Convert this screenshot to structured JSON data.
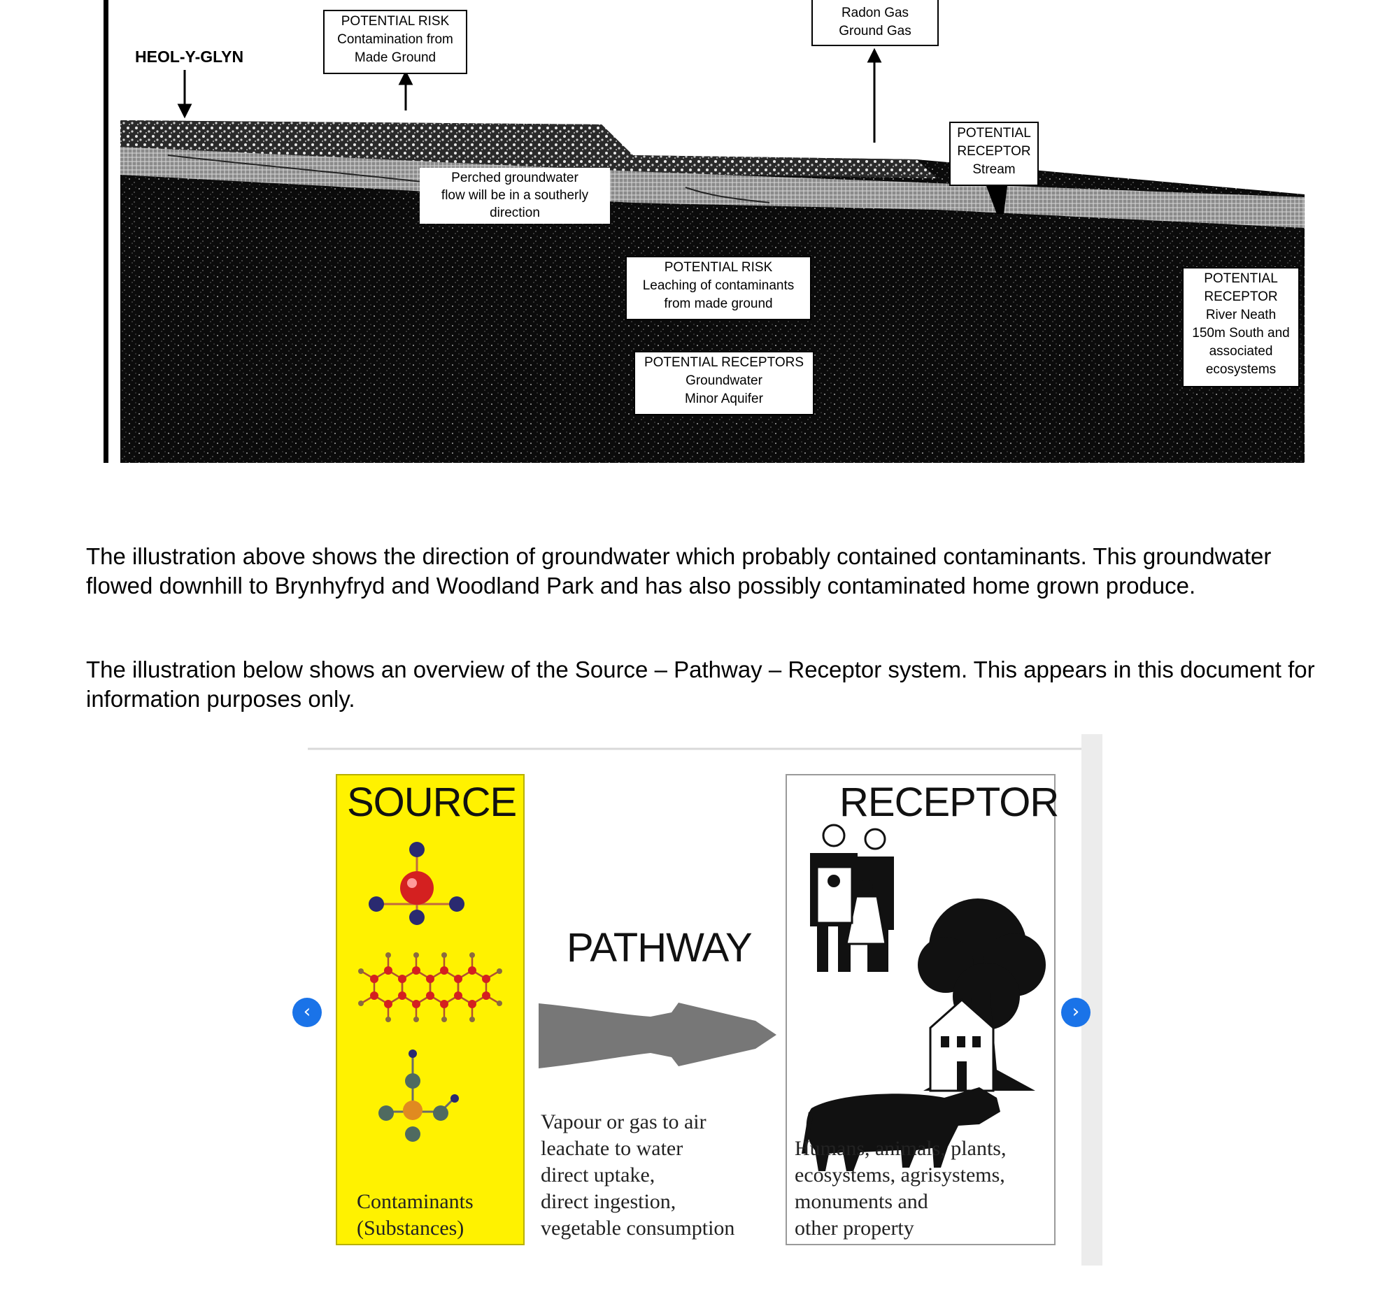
{
  "cross_section": {
    "location_label": "HEOL-Y-GLYN",
    "callouts": {
      "risk_made_ground": [
        "POTENTIAL RISK",
        "Contamination from",
        "Made Ground"
      ],
      "gas": [
        "Radon Gas",
        "Ground Gas"
      ],
      "stream": [
        "POTENTIAL",
        "RECEPTOR",
        "Stream"
      ],
      "perched": [
        "Perched groundwater",
        "flow will be in a southerly",
        "direction"
      ],
      "leaching": [
        "POTENTIAL RISK",
        "Leaching of contaminants",
        "from made ground"
      ],
      "groundwater": [
        "POTENTIAL RECEPTORS",
        "Groundwater",
        "Minor Aquifer"
      ],
      "river": [
        "POTENTIAL",
        "RECEPTOR",
        "River Neath",
        "150m South and",
        "associated",
        "ecosystems"
      ]
    }
  },
  "paragraphs": [
    "The illustration above shows the direction of groundwater which probably contained contaminants. This groundwater flowed downhill to Brynhyfryd and Woodland Park and has also possibly contaminated home grown produce.",
    "The illustration below shows an overview of the Source – Pathway – Receptor system. This appears in this document for information purposes only."
  ],
  "spr_diagram": {
    "source_title": "SOURCE",
    "pathway_title": "PATHWAY",
    "receptor_title": "RECEPTOR",
    "source_caption": [
      "Contaminants",
      "(Substances)"
    ],
    "pathway_caption": [
      "Vapour or gas to air",
      "leachate to water",
      "direct uptake,",
      "direct ingestion,",
      "vegetable consumption"
    ],
    "receptor_caption": [
      "Humans, animals, plants,",
      "ecosystems, agrisystems,",
      "monuments and",
      "other property"
    ],
    "colors": {
      "source_bg": "#fff200",
      "arrow": "#777777",
      "nav": "#1a73e8"
    },
    "icons": [
      "molecule-icon",
      "family-icon",
      "tree-icon",
      "house-icon",
      "cow-icon",
      "chevron-right-icon",
      "chevron-left-icon"
    ]
  }
}
